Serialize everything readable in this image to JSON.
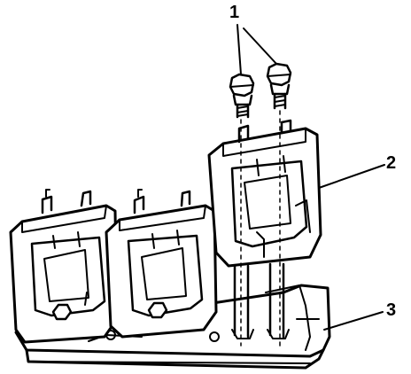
{
  "callouts": {
    "c1": "1",
    "c2": "2",
    "c3": "3"
  },
  "colors": {
    "ink": "#000000",
    "paper": "#ffffff"
  },
  "parts": {
    "bolts": 2,
    "coil_packs": 3
  }
}
